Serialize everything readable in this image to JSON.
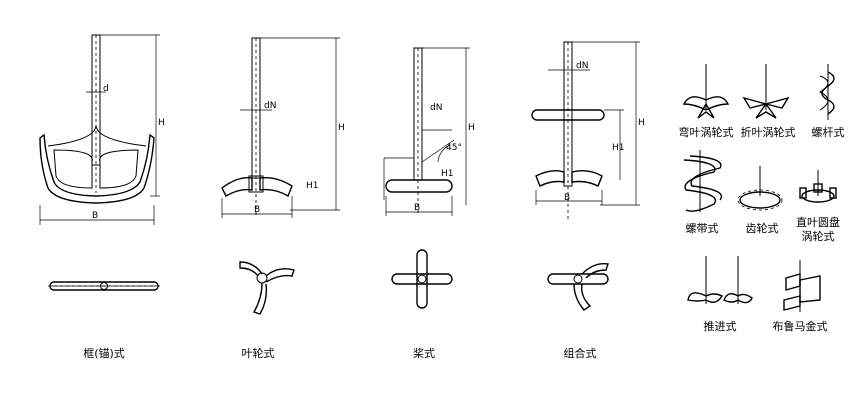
{
  "main_types": [
    {
      "caption": "框(锚)式"
    },
    {
      "caption": "叶轮式"
    },
    {
      "caption": "桨式"
    },
    {
      "caption": "组合式"
    }
  ],
  "dim_labels": {
    "H": "H",
    "B": "B",
    "dN": "dN",
    "h1": "H1",
    "angle": "45°",
    "d": "d"
  },
  "sidebar": [
    {
      "caption": "弯叶涡轮式"
    },
    {
      "caption": "折叶涡轮式"
    },
    {
      "caption": "螺杆式"
    },
    {
      "caption": "螺带式"
    },
    {
      "caption": "齿轮式"
    },
    {
      "caption": "直叶圆盘"
    },
    {
      "caption": "涡轮式"
    },
    {
      "caption": "推进式"
    },
    {
      "caption": "布鲁马金式"
    }
  ]
}
